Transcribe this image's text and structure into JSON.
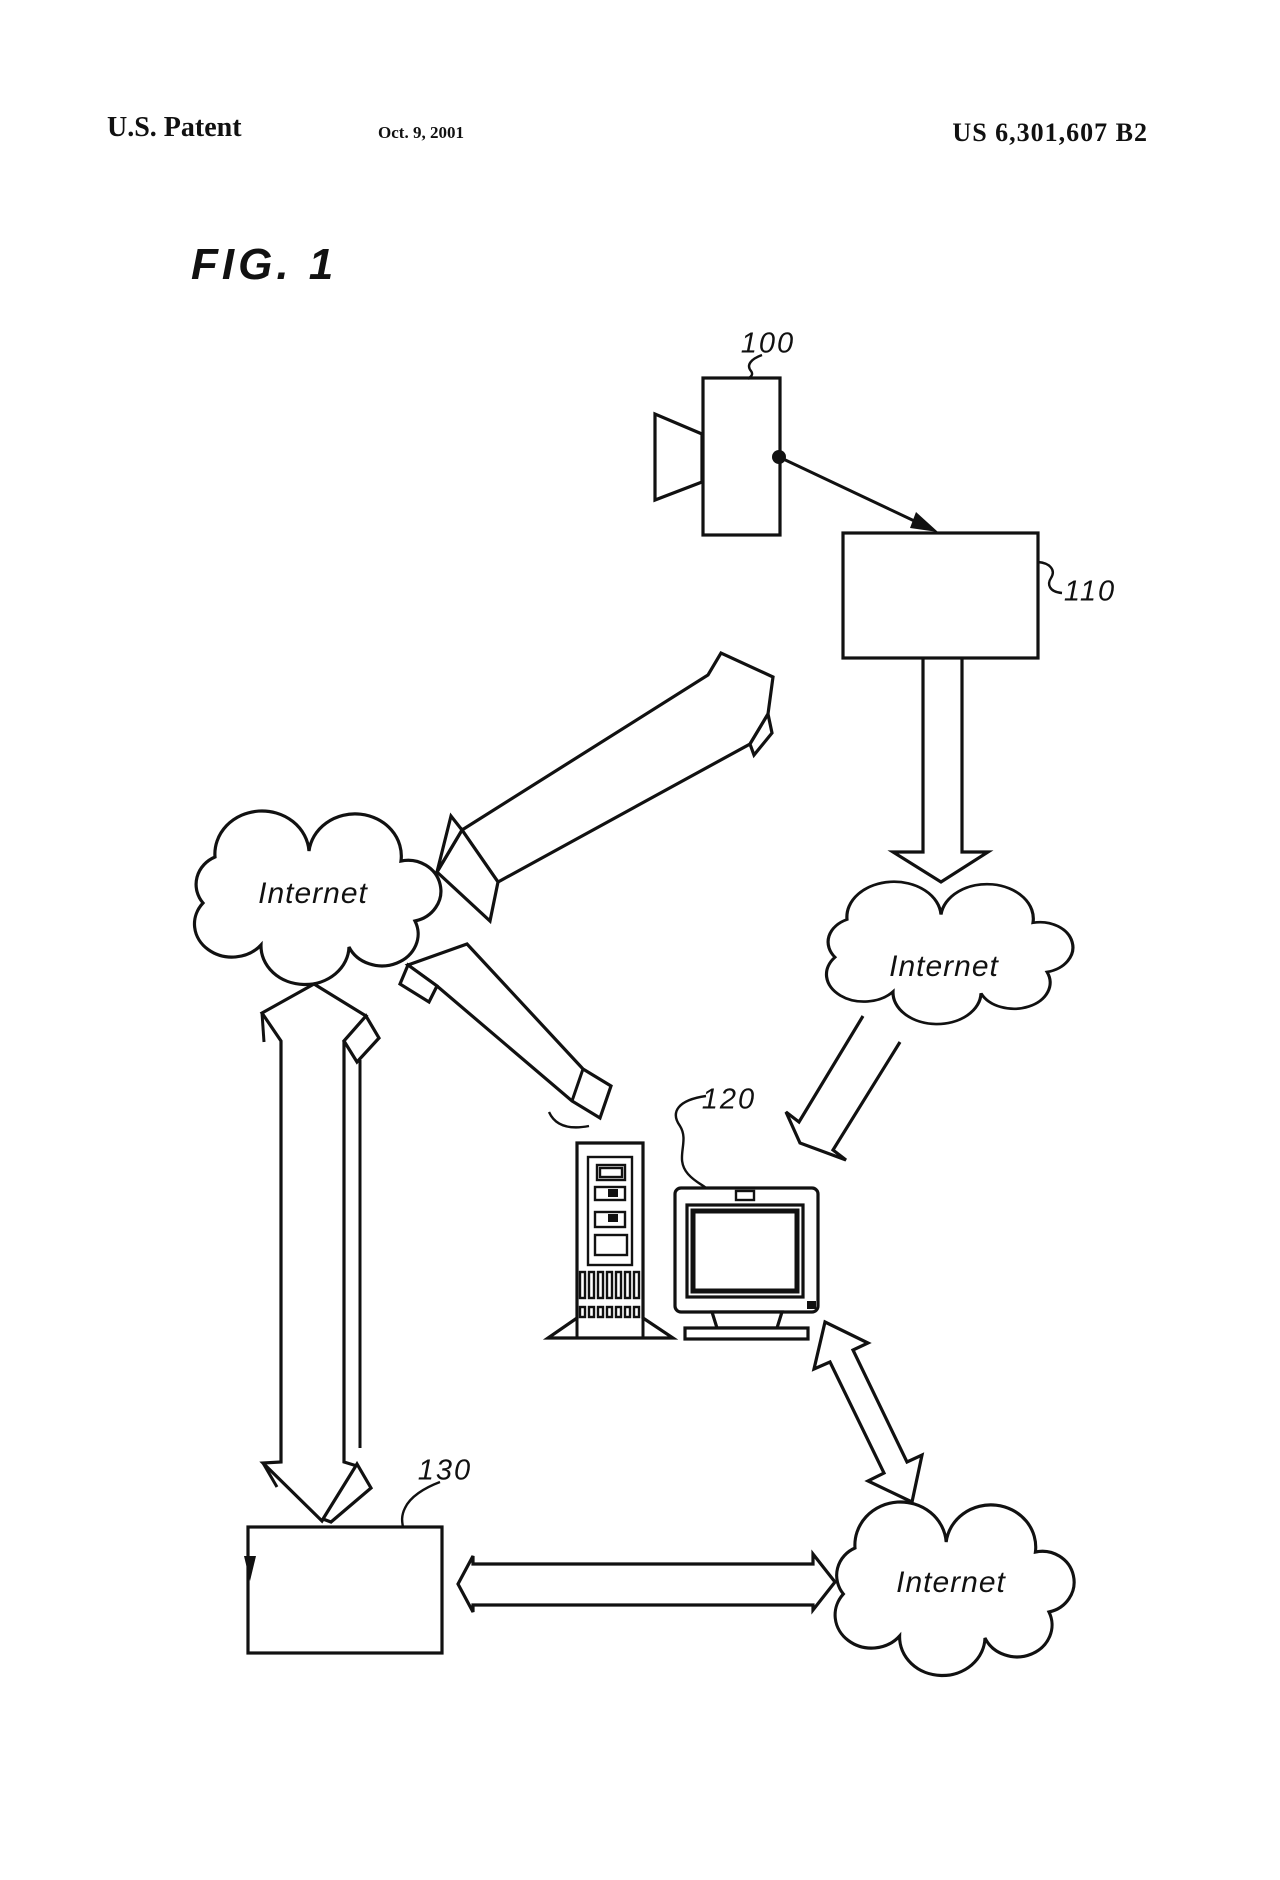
{
  "header": {
    "publication_type": "U.S. Patent",
    "date": "Oct. 9, 2001",
    "patent_number": "US 6,301,607 B2"
  },
  "figure": {
    "title": "FIG. 1"
  },
  "reference_labels": {
    "camera": "100",
    "encoder_computer": "110",
    "server_computer": "120",
    "client_computer": "130"
  },
  "cloud_labels": [
    "Internet",
    "Internet",
    "Internet"
  ],
  "colors": {
    "ink": "#111111",
    "paper": "#ffffff"
  }
}
